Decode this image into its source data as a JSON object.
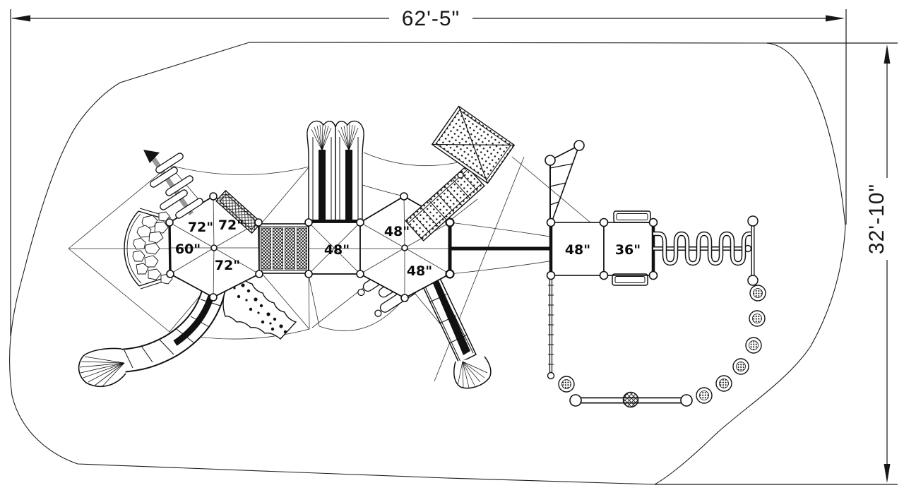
{
  "drawing": {
    "dimensions": {
      "width_label": "62'-5\"",
      "height_label": "32'-10\""
    },
    "platform_labels": [
      "72\"",
      "72\"",
      "60\"",
      "72\"",
      "48\"",
      "48\"",
      "48\"",
      "48\"",
      "36\""
    ],
    "colors": {
      "line": "#1a1a1a",
      "thin_line": "#2e2e2e",
      "background": "#ffffff",
      "climber_gray": "#979797"
    }
  }
}
